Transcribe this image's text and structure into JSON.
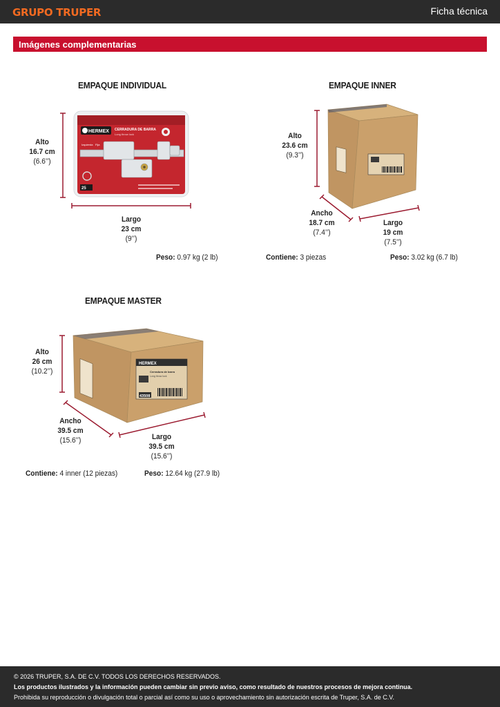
{
  "header": {
    "brand": "GRUPO TRUPER",
    "doc_type": "Ficha técnica"
  },
  "section": {
    "title": "Imágenes complementarias"
  },
  "packages": {
    "individual": {
      "title": "EMPAQUE INDIVIDUAL",
      "alto": {
        "label": "Alto",
        "metric": "16.7 cm",
        "imperial": "(6.6’’)"
      },
      "largo": {
        "label": "Largo",
        "metric": "23 cm",
        "imperial": "(9’’)"
      },
      "peso": {
        "label": "Peso:",
        "value": " 0.97 kg (2 lb)"
      },
      "product": {
        "brand": "HERMEX",
        "name": "CERRADURA DE BARRA",
        "sub": "Long throw lock",
        "tag1": "Izquierda",
        "tag2": "Fija",
        "years": "25"
      }
    },
    "inner": {
      "title": "EMPAQUE INNER",
      "alto": {
        "label": "Alto",
        "metric": "23.6 cm",
        "imperial": "(9.3’’)"
      },
      "ancho": {
        "label": "Ancho",
        "metric": "18.7 cm",
        "imperial": "(7.4’’)"
      },
      "largo": {
        "label": "Largo",
        "metric": "19 cm",
        "imperial": "(7.5’’)"
      },
      "contiene": {
        "label": "Contiene:",
        "value": " 3 piezas"
      },
      "peso": {
        "label": "Peso:",
        "value": " 3.02 kg (6.7 lb)"
      }
    },
    "master": {
      "title": "EMPAQUE MASTER",
      "alto": {
        "label": "Alto",
        "metric": "26 cm",
        "imperial": "(10.2’’)"
      },
      "ancho": {
        "label": "Ancho",
        "metric": "39.5 cm",
        "imperial": "(15.6’’)"
      },
      "largo": {
        "label": "Largo",
        "metric": "39.5 cm",
        "imperial": "(15.6’’)"
      },
      "contiene": {
        "label": "Contiene:",
        "value": " 4 inner (12 piezas)"
      },
      "peso": {
        "label": "Peso:",
        "value": " 12.64 kg (27.9 lb)"
      },
      "box_label": {
        "brand": "HERMEX",
        "name": "Cerradura de barra",
        "sub": "Long throw lock",
        "code": "43508"
      }
    }
  },
  "footer": {
    "copyright": "© 2026 TRUPER, S.A. DE C.V. TODOS LOS DERECHOS RESERVADOS.",
    "notice": "Los productos ilustrados y la información pueden cambiar sin previo aviso, como resultado de nuestros procesos de mejora continua.",
    "prohibition": "Prohibida su reproducción o divulgación total o parcial así como su uso o aprovechamiento sin autorización escrita de Truper, S.A. de C.V."
  },
  "colors": {
    "brand_orange": "#f26a21",
    "accent_red": "#c8102e",
    "dimension_line": "#9b1b30",
    "dark_bar": "#2b2b2b",
    "cardboard": "#c9a16b"
  }
}
